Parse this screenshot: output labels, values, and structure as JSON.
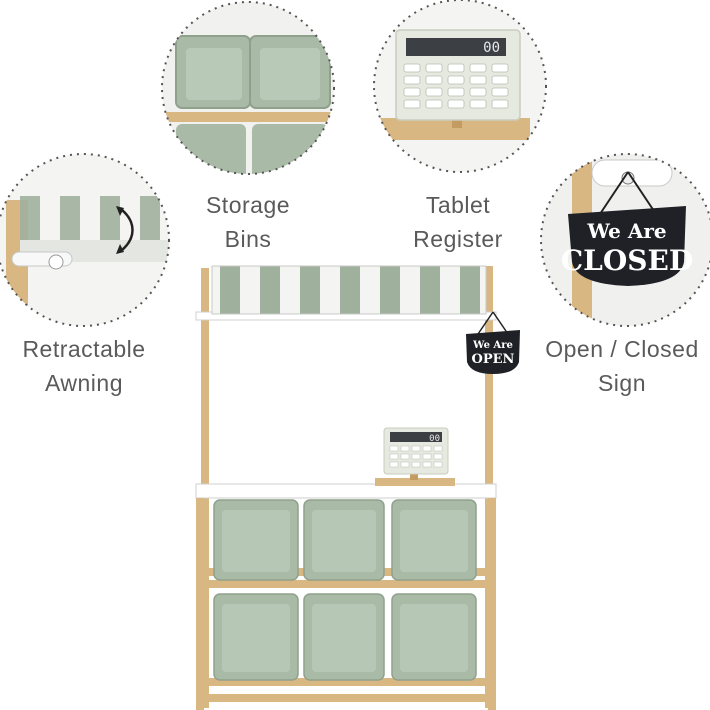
{
  "features": {
    "storage_bins": {
      "line1": "Storage",
      "line2": "Bins"
    },
    "tablet_register": {
      "line1": "Tablet",
      "line2": "Register"
    },
    "retractable_awning": {
      "line1": "Retractable",
      "line2": "Awning"
    },
    "open_closed_sign": {
      "line1": "Open / Closed",
      "line2": "Sign"
    }
  },
  "signs": {
    "closed_top": "We Are",
    "closed_bottom": "CLOSED",
    "open_top": "We Are",
    "open_bottom": "OPEN"
  },
  "register_display": "00",
  "colors": {
    "bin_green": "#a9bba7",
    "wood": "#d9b783",
    "sign_black": "#1f2127",
    "awning_green": "#9fb09d",
    "label_text": "#5a5a5a"
  }
}
